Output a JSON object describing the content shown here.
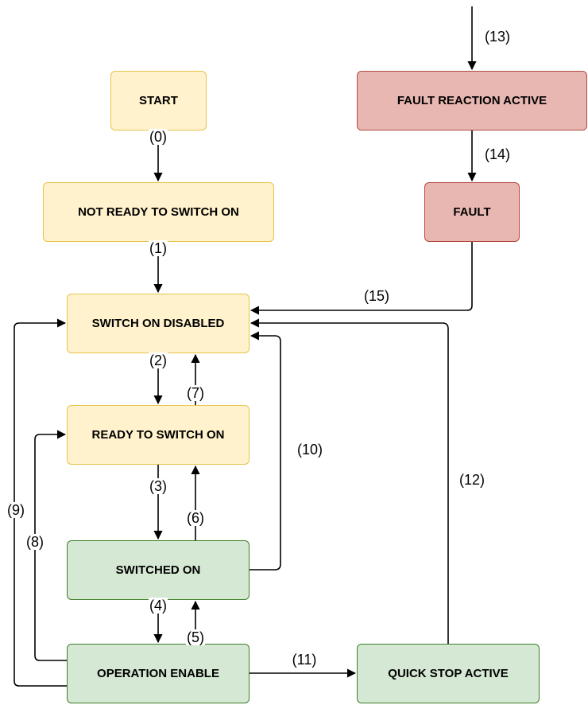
{
  "states": {
    "start": "START",
    "not_ready": "NOT READY TO SWITCH ON",
    "switch_on_disabled": "SWITCH ON DISABLED",
    "ready_to_switch_on": "READY TO SWITCH ON",
    "switched_on": "SWITCHED ON",
    "operation_enable": "OPERATION ENABLE",
    "quick_stop_active": "QUICK STOP ACTIVE",
    "fault_reaction_active": "FAULT REACTION ACTIVE",
    "fault": "FAULT"
  },
  "transitions": {
    "t0": "(0)",
    "t1": "(1)",
    "t2": "(2)",
    "t3": "(3)",
    "t4": "(4)",
    "t5": "(5)",
    "t6": "(6)",
    "t7": "(7)",
    "t8": "(8)",
    "t9": "(9)",
    "t10": "(10)",
    "t11": "(11)",
    "t12": "(12)",
    "t13": "(13)",
    "t14": "(14)",
    "t15": "(15)"
  },
  "colors": {
    "ready_states": "#fff2cc",
    "fault_states": "#e8b7b1",
    "enabled_states": "#d5e8d4"
  }
}
